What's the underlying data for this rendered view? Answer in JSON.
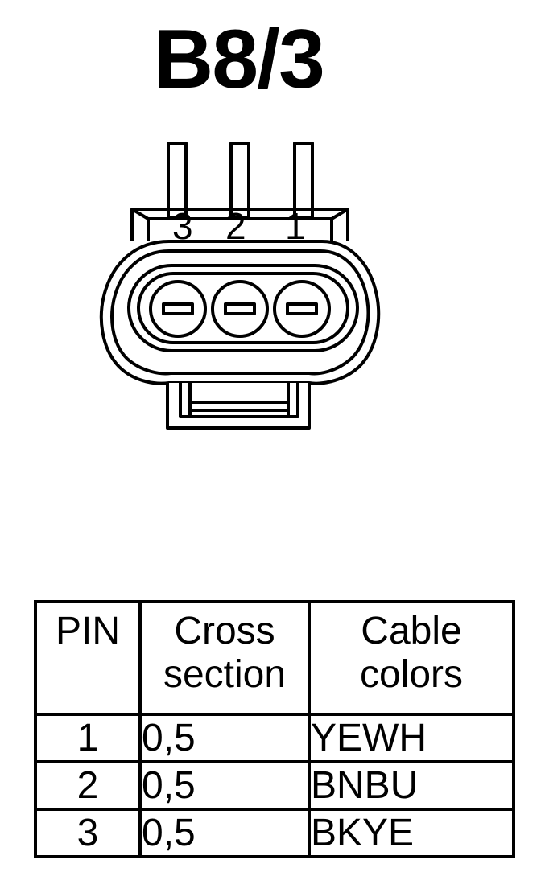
{
  "title": "B8/3",
  "connector": {
    "pin_numbers": [
      "3",
      "2",
      "1"
    ]
  },
  "table": {
    "headers": {
      "pin": "PIN",
      "cross_line1": "Cross",
      "cross_line2": "section",
      "color_line1": "Cable",
      "color_line2": "colors"
    },
    "rows": [
      {
        "pin": "1",
        "cross": "0,5",
        "color": "YEWH"
      },
      {
        "pin": "2",
        "cross": "0,5",
        "color": "BNBU"
      },
      {
        "pin": "3",
        "cross": "0,5",
        "color": "BKYE"
      }
    ]
  }
}
